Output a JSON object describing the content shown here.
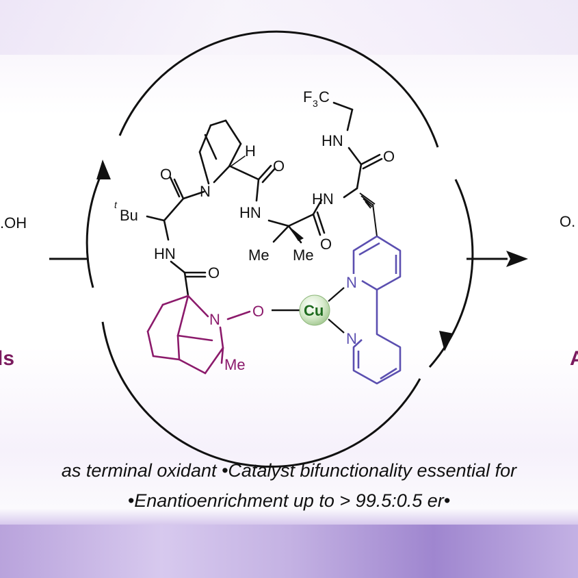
{
  "left_fragment": {
    "reagent_text": ".OH",
    "label_text": "ls"
  },
  "right_fragment": {
    "reagent_text": "O.",
    "label_text": "A"
  },
  "catalyst": {
    "tBu_label": "Bu",
    "tBu_superscript": "t",
    "nh_label": "HN",
    "nh_label_2": "HN",
    "nh_label_3": "HN",
    "nh_label_4": "HN",
    "n_label": "N",
    "h_label": "H",
    "o_labels": [
      "O",
      "O",
      "O",
      "O",
      "O"
    ],
    "methyl_labels": [
      "Me",
      "Me"
    ],
    "cf3_text": "F",
    "cf3_sub": "3",
    "cf3_c": "C",
    "nitroxyl_n": "N",
    "nitroxyl_o": "O",
    "adamantyl_me": "Me",
    "cu_label": "Cu",
    "pyridine_n1": "N",
    "pyridine_n2": "N"
  },
  "bullets": {
    "line1": "as terminal oxidant •Catalyst bifunctionality essential for",
    "line2": "•Enantioenrichment up to > 99.5:0.5 er•"
  },
  "colors": {
    "bond": "#111111",
    "nitroxyl_fragment": "#8b1a6b",
    "bipyridine_fragment": "#5b4fb0",
    "copper_label": "#1f6b1f",
    "copper_sphere": "#dff0d4",
    "outer_label": "#7a1a5e"
  }
}
